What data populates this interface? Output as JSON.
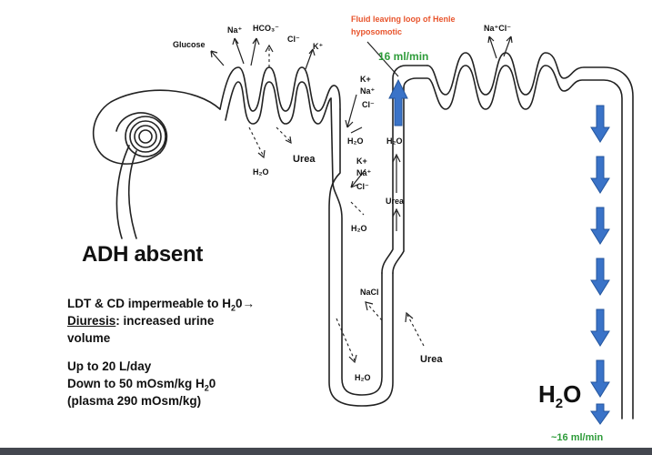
{
  "labels": {
    "glucose": "Glucose",
    "na_top": "Na⁺",
    "hco3": "HCO₃⁻",
    "cl_top": "Cl⁻",
    "k_top": "K⁺",
    "h2o_pct": "H₂O",
    "urea_pct": "Urea",
    "desc_k": "K+",
    "desc_na": "Na⁺",
    "desc_cl": "Cl⁻",
    "desc_h2o": "H₂O",
    "asc_h2o": "H₂O",
    "mid_k": "K+",
    "mid_na": "Na⁺",
    "mid_cl": "Cl⁻",
    "mid_h2o": "H₂O",
    "mid_urea": "Urea",
    "nacl": "NaCl",
    "loop_h2o": "H₂O",
    "urea_bottom": "Urea",
    "dct_ions": "Na⁺Cl⁻"
  },
  "annotation": {
    "line1": "Fluid leaving loop of Henle",
    "line2": "hyposomotic"
  },
  "flow_top": "16 ml/min",
  "flow_bottom": "~16 ml/min",
  "title": "ADH absent",
  "notes": {
    "line1_pre": "LDT & CD impermeable to H",
    "line1_sub": "2",
    "line1_post": "0→",
    "line2_u": "Diuresis",
    "line2_post": ": increased urine",
    "line3": "volume",
    "line4": "Up to 20 L/day",
    "line5_pre": "Down to 50 mOsm/kg H",
    "line5_sub": "2",
    "line5_post": "0",
    "line6": "(plasma 290 mOsm/kg)"
  },
  "h2o_big_pre": "H",
  "h2o_big_sub": "2",
  "h2o_big_post": "O",
  "colors": {
    "arrow_blue": "#3a73c8",
    "annotation_red": "#e8542c",
    "flow_green": "#2e9c3a",
    "footer": "#44474f"
  }
}
